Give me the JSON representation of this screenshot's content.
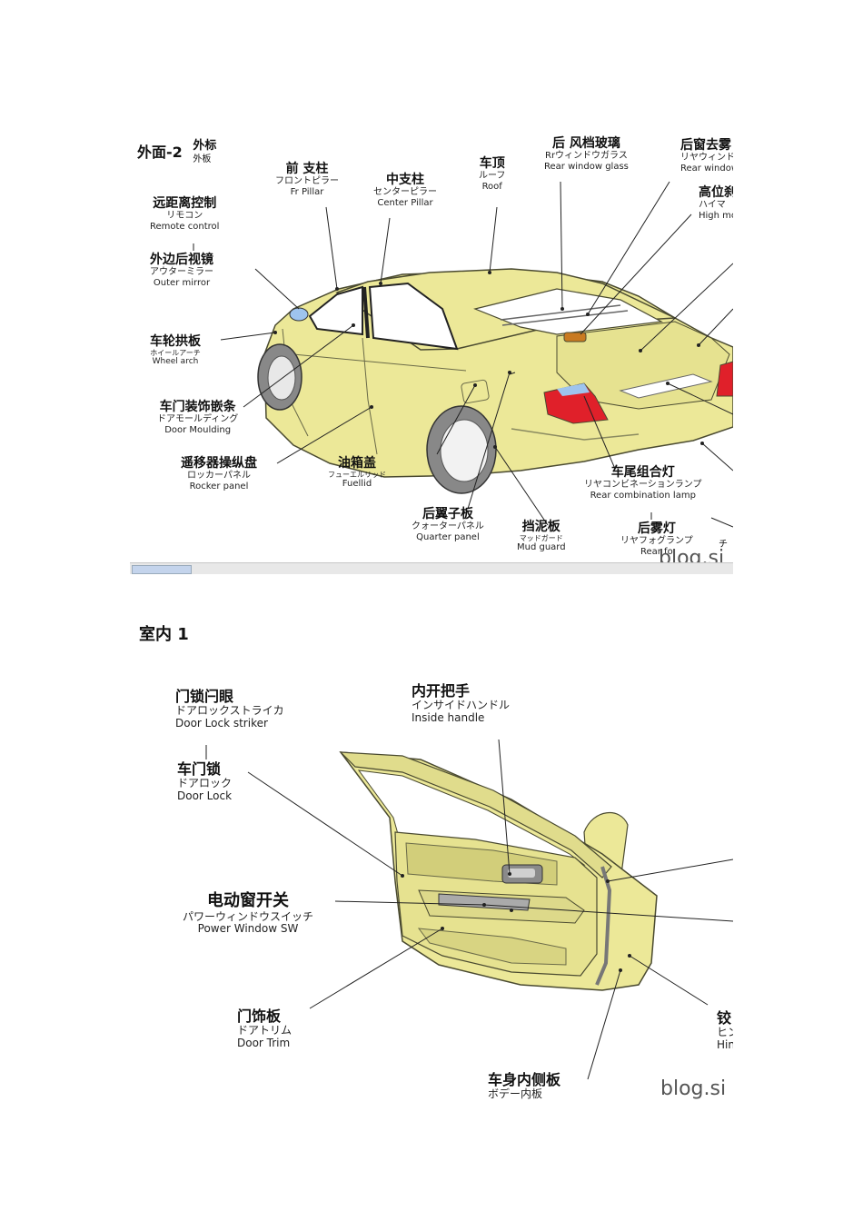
{
  "exterior": {
    "title_prefix": "外面-2",
    "title_cn": "外标",
    "title_sub": "外板",
    "labels": {
      "remote": {
        "cn": "远距离控制",
        "jp": "リモコン",
        "en": "Remote control"
      },
      "mirror": {
        "cn": "外边后视镜",
        "jp": "アウターミラー",
        "en": "Outer mirror"
      },
      "fr_pillar": {
        "cn": "前 支柱",
        "jp": "フロントピラー",
        "en": "Fr Pillar"
      },
      "center_pillar": {
        "cn": "中支柱",
        "jp": "センターピラー",
        "en": "Center Pillar"
      },
      "roof": {
        "cn": "车顶",
        "jp": "ルーフ",
        "en": "Roof"
      },
      "rear_glass": {
        "cn": "后 风档玻璃",
        "jp": "Rrウィンドウガラス",
        "en": "Rear window glass"
      },
      "rear_defog": {
        "cn": "后窗去雾",
        "jp": "リヤウィンドデ",
        "en": "Rear window"
      },
      "high_mount": {
        "cn": "高位刹",
        "jp": "ハイマ",
        "en": "High mo"
      },
      "wheel_arch": {
        "cn": "车轮拱板",
        "jp": "ホイールアーチ",
        "en": "Wheel arch"
      },
      "door_moulding": {
        "cn": "车门装饰嵌条",
        "jp": "ドアモールディング",
        "en": "Door Moulding"
      },
      "rocker": {
        "cn": "遥移器操纵盘",
        "jp": "ロッカーパネル",
        "en": "Rocker panel"
      },
      "fuel_lid": {
        "cn": "油箱盖",
        "jp": "フューエルリッド",
        "en": "Fuellid"
      },
      "quarter": {
        "cn": "后翼子板",
        "jp": "クォーターパネル",
        "en": "Quarter panel"
      },
      "mud_guard": {
        "cn": "挡泥板",
        "jp": "マッドガード",
        "en": "Mud guard"
      },
      "rear_combo": {
        "cn": "车尾组合灯",
        "jp": "リヤコンビネーションランプ",
        "en": "Rear combination lamp"
      },
      "rear_fog": {
        "cn": "后雾灯",
        "jp": "リヤフォグランプ",
        "en": "Rear fo"
      }
    },
    "cut_off_jp": "チ",
    "watermark": "blog.si"
  },
  "interior": {
    "title": "室内 1",
    "labels": {
      "striker": {
        "cn": "门锁闩眼",
        "jp": "ドアロックストライカ",
        "en": "Door Lock striker"
      },
      "door_lock": {
        "cn": "车门锁",
        "jp": "ドアロック",
        "en": "Door Lock"
      },
      "inside_handle": {
        "cn": "内开把手",
        "jp": "インサイドハンドル",
        "en": "Inside handle"
      },
      "power_window": {
        "cn": "电动窗开关",
        "jp": "パワーウィンドウスイッチ",
        "en": "Power Window SW"
      },
      "door_trim": {
        "cn": "门饰板",
        "jp": "ドアトリム",
        "en": "Door Trim"
      },
      "body_inner": {
        "cn": "车身内侧板",
        "jp": "ボデー内板"
      },
      "hinge": {
        "cn": "铰",
        "jp": "ヒン",
        "en": "Hin"
      }
    },
    "watermark": "blog.si"
  },
  "colors": {
    "body": "#ece898",
    "body_shadow": "#d8d480",
    "outline": "#4a4a30",
    "lamp_red": "#e0202a",
    "glass": "#ffffff"
  }
}
